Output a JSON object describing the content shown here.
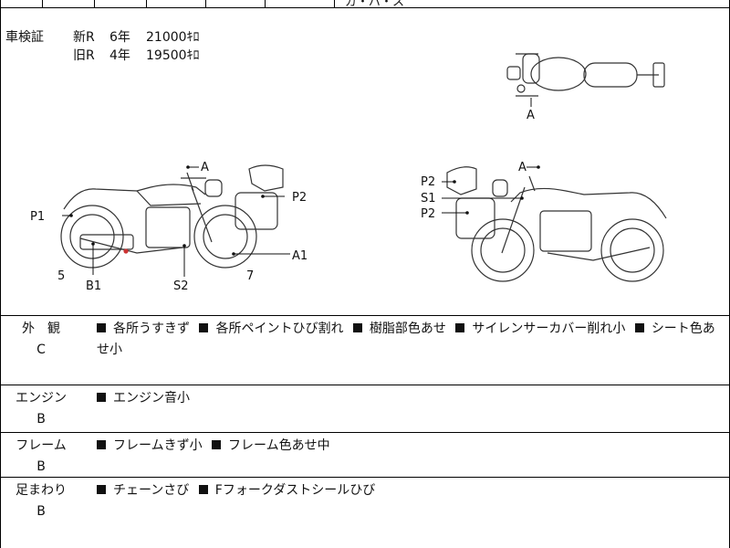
{
  "top_strip": {
    "fragment": "ガ・バ・ス"
  },
  "certificate": {
    "label": "車検証",
    "rows": [
      {
        "era": "新R",
        "years": "6年",
        "km": "21000ｷﾛ"
      },
      {
        "era": "旧R",
        "years": "4年",
        "km": "19500ｷﾛ"
      }
    ]
  },
  "diagram_marks": {
    "top_view": [
      "A"
    ],
    "left_side": [
      "A",
      "P1",
      "P2",
      "A1",
      "5",
      "7",
      "B1",
      "S2"
    ],
    "right_side": [
      "A",
      "P2",
      "S1",
      "P2"
    ]
  },
  "sections": [
    {
      "name": "外　観",
      "grade": "C",
      "items": [
        "各所うすきず",
        "各所ペイントひび割れ",
        "樹脂部色あせ",
        "サイレンサーカバー削れ小",
        "シート色あせ小"
      ]
    },
    {
      "name": "エンジン",
      "grade": "B",
      "items": [
        "エンジン音小"
      ]
    },
    {
      "name": "フレーム",
      "grade": "B",
      "items": [
        "フレームきず小",
        "フレーム色あせ中"
      ]
    },
    {
      "name": "足まわり",
      "grade": "B",
      "items": [
        "チェーンさび",
        "Fフォークダストシールひび"
      ]
    }
  ]
}
